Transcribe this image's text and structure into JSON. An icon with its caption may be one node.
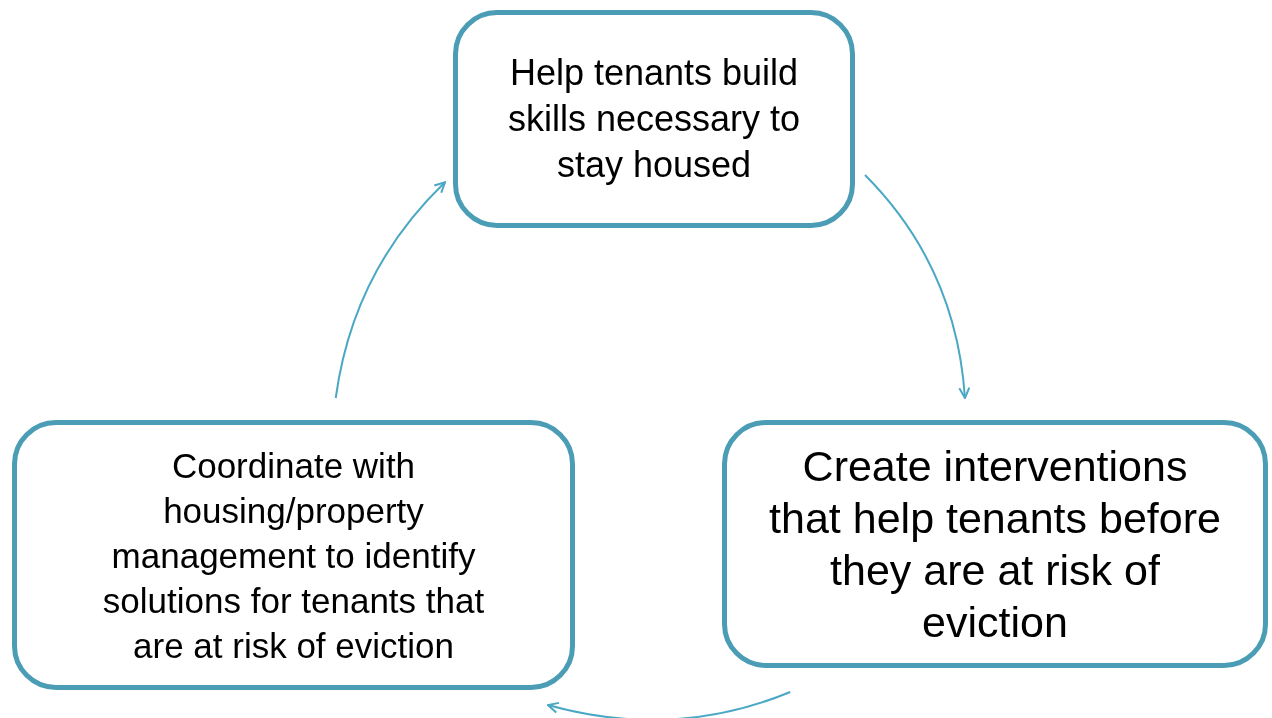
{
  "diagram": {
    "nodes": [
      {
        "text": [
          "Help tenants build skills necessary to stay housed"
        ]
      },
      {
        "text": [
          "Create interventions that help tenants before they are at risk of eviction"
        ]
      },
      {
        "text": [
          "Coordinate with housing/property management to identify solutions for tenants that are at risk of eviction"
        ]
      }
    ],
    "edges": [
      {
        "from": 0,
        "to": 1,
        "arrow": "to"
      },
      {
        "from": 1,
        "to": 2,
        "arrow": "to"
      },
      {
        "from": 2,
        "to": 0,
        "arrow": "to"
      }
    ]
  }
}
